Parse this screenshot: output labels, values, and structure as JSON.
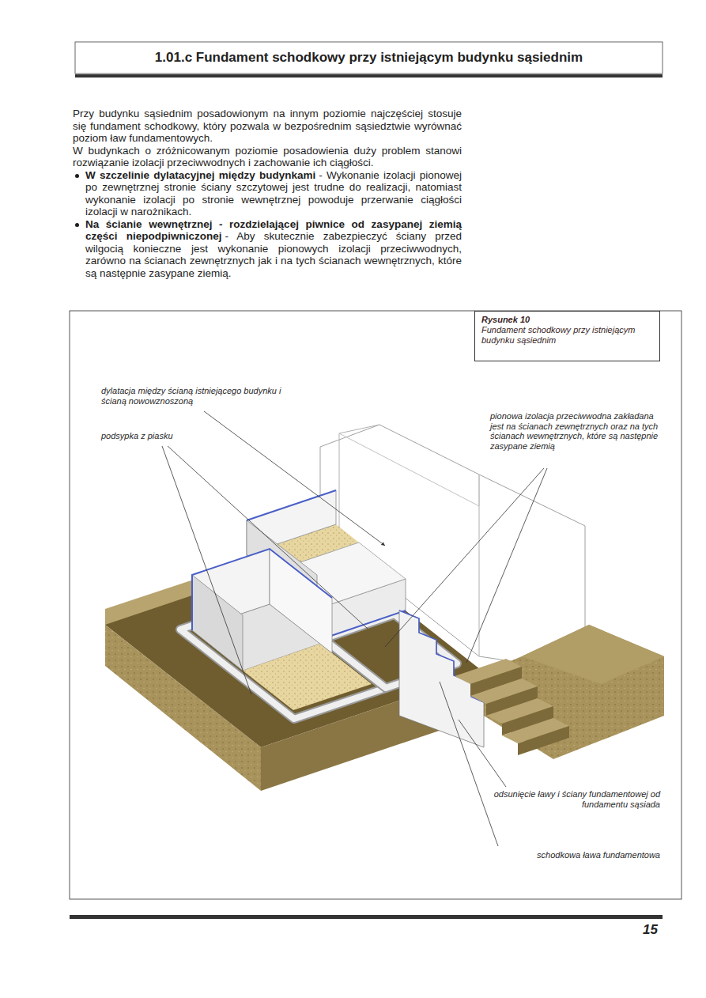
{
  "diagram": {
    "title": "1.01.c Fundament schodkowy przy istniejącym budynku sąsiednim",
    "nodes": [
      {
        "text": [
          "Rysunek 10",
          "Fundament schodkowy przy istniejącym budynku sąsiednim"
        ]
      }
    ],
    "labels": [
      "Przy budynku sąsiednim posadowionym na innym poziomie najczęściej stosuje się fundament schodkowy, który pozwala w bezpośrednim sąsiedztwie wyrównać poziom ław fundamentowych.",
      "W budynkach o zróżnicowanym poziomie posadowienia duży problem stanowi rozwiązanie izolacji przeciwwodnych i zachowanie ich ciągłości.",
      "W szczelinie dylatacyjnej między budynkami",
      "- Wykonanie izolacji pionowej po zewnętrznej stronie ściany szczytowej jest trudne do realizacji, natomiast wykonanie izolacji po stronie wewnętrznej powoduje przerwanie ciągłości izolacji w narożnikach.",
      "Na ścianie wewnętrznej - rozdzielającej piwnice od zasypanej ziemią części niepodpiwniczonej",
      "- Aby skutecznie zabezpieczyć ściany przed wilgocią konieczne jest wykonanie pionowych izolacji przeciwwodnych, zarówno na ścianach zewnętrznych jak i na tych ścianach wewnętrznych, które są następnie zasypane ziemią.",
      "dylatacja między ścianą istniejącego budynku i ścianą nowowznoszoną",
      "podsypka z piasku",
      "pionowa izolacja przeciwwodna zakładana jest na ścianach zewnętrznych oraz na tych ścianach wewnętrznych, które są następnie zasypane ziemią",
      "odsunięcie ławy i ściany fundamentowej od fundamentu sąsiada",
      "schodkowa ława fundamentowa",
      "15"
    ]
  }
}
